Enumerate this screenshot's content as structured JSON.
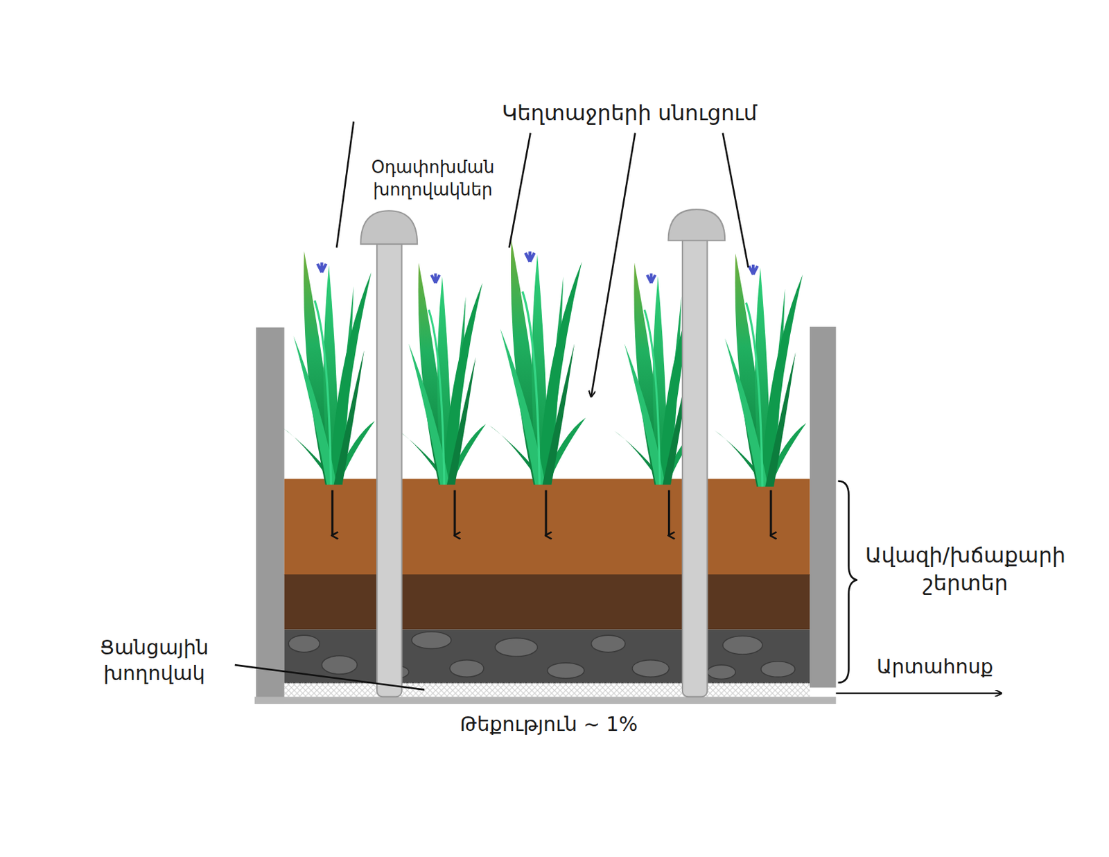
{
  "diagram": {
    "labels": [
      "Կեղտաջրերի սնուցում",
      "Օդափոխման խողովակներ",
      "Ավազի/խճաքարի շերտեր",
      "Ցանցային խողովակ",
      "Արտահոսք",
      "Թեքություն ~ 1%"
    ]
  }
}
